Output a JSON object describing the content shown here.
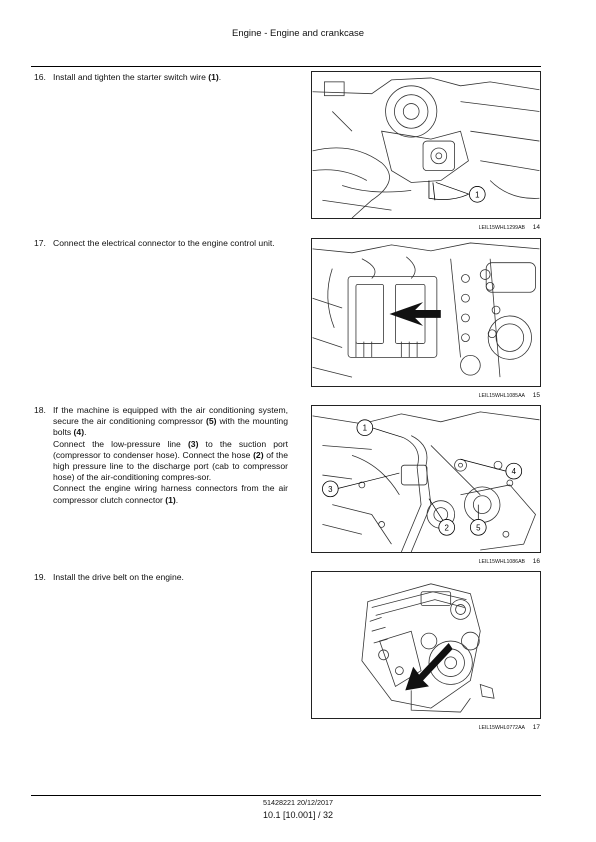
{
  "header": {
    "title": "Engine - Engine and crankcase"
  },
  "steps": [
    {
      "number": "16.",
      "paragraphs": [
        "Install and tighten the starter switch wire (1)."
      ]
    },
    {
      "number": "17.",
      "paragraphs": [
        "Connect the electrical connector to the engine control unit."
      ]
    },
    {
      "number": "18.",
      "paragraphs": [
        "If the machine is equipped with the air conditioning system, secure the air conditioning compressor (5) with the mounting bolts (4).",
        "Connect the low-pressure line (3) to the suction port (compressor to condenser hose).  Connect the hose (2) of the high pressure line to the discharge port (cab to compressor hose) of the air-conditioning compres-sor.",
        "Connect the engine wiring harness connectors from the air compressor clutch connector (1)."
      ]
    },
    {
      "number": "19.",
      "paragraphs": [
        "Install the drive belt on the engine."
      ]
    }
  ],
  "figures": [
    {
      "code": "LEIL15WHL1299AB",
      "number": "14",
      "callouts": [
        "1"
      ]
    },
    {
      "code": "LEIL15WHL1085AA",
      "number": "15",
      "callouts": []
    },
    {
      "code": "LEIL15WHL1086AB",
      "number": "16",
      "callouts": [
        "1",
        "3",
        "4",
        "2",
        "5"
      ]
    },
    {
      "code": "LEIL15WHL0772AA",
      "number": "17",
      "callouts": []
    }
  ],
  "footer": {
    "doc_ref": "51428221 20/12/2017",
    "page": "10.1 [10.001] / 32"
  },
  "colors": {
    "text": "#111111",
    "rule": "#000000",
    "line_art": "#333333"
  }
}
